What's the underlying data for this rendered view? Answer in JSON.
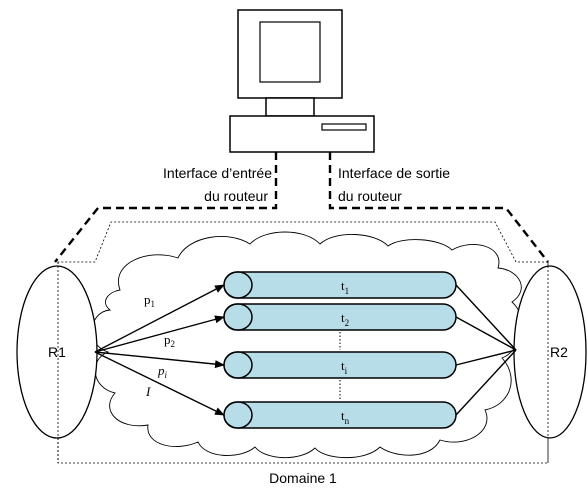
{
  "interface_in": {
    "line1": "Interface d’entrée",
    "line2": "du routeur"
  },
  "interface_out": {
    "line1": "Interface de sortie",
    "line2": "du routeur"
  },
  "domain_label": "Domaine 1",
  "routers": {
    "left": "R1",
    "right": "R2"
  },
  "tunnels": [
    {
      "base": "t",
      "sub": "1"
    },
    {
      "base": "t",
      "sub": "2"
    },
    {
      "base": "t",
      "sub": "i"
    },
    {
      "base": "t",
      "sub": "n"
    }
  ],
  "paths": [
    {
      "base": "p",
      "sub": "1"
    },
    {
      "base": "p",
      "sub": "2"
    },
    {
      "base": "p",
      "sub": "i"
    },
    {
      "base": "I",
      "sub": ""
    }
  ]
}
